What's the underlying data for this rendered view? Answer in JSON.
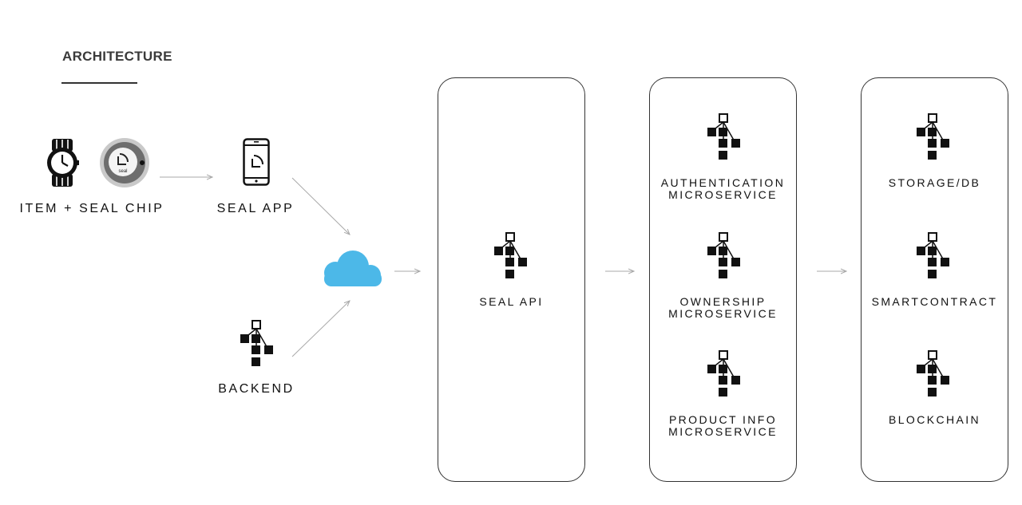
{
  "header": {
    "title": "ARCHITECTURE"
  },
  "nodes": {
    "item_chip": "ITEM + SEAL CHIP",
    "seal_app": "SEAL APP",
    "backend": "BACKEND",
    "seal_api": "SEAL API",
    "auth": [
      "AUTHENTICATION",
      "MICROSERVICE"
    ],
    "ownership": [
      "OWNERSHIP",
      "MICROSERVICE"
    ],
    "product": [
      "PRODUCT INFO",
      "MICROSERVICE"
    ],
    "storage": "STORAGE/DB",
    "smartcontract": "SMARTCONTRACT",
    "blockchain": "BLOCKCHAIN"
  },
  "chip_logo_text": "seal",
  "colors": {
    "cloud": "#4cb8e8",
    "arrow": "#a8a8a8",
    "ink": "#111111"
  },
  "icons": [
    "watch-icon",
    "seal-chip-icon",
    "phone-icon",
    "cloud-icon",
    "network-icon"
  ]
}
